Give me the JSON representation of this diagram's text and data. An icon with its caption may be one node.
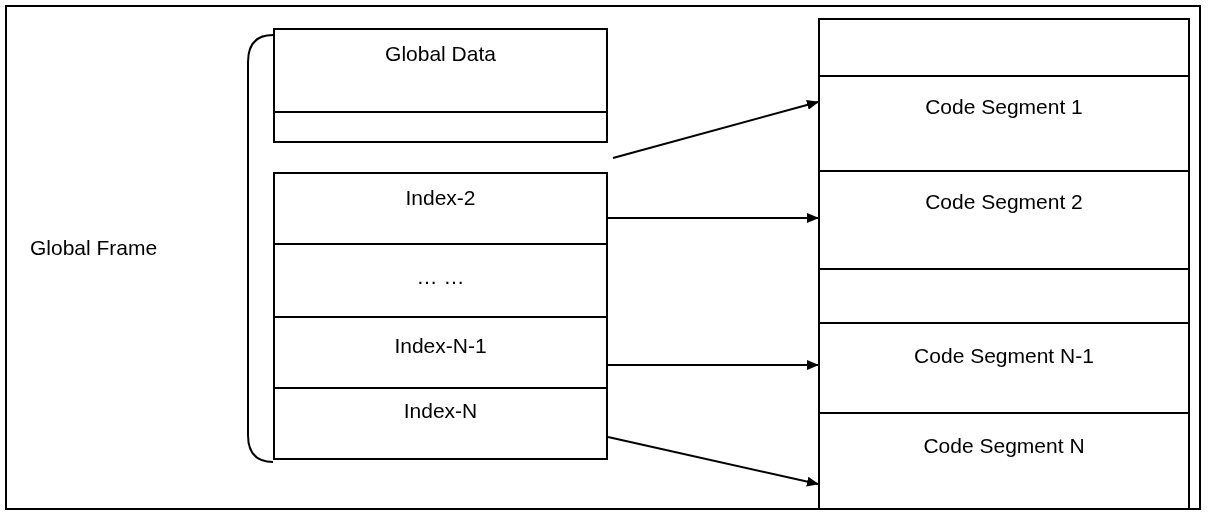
{
  "diagram": {
    "nodes": [
      {
        "text": [
          "Global Data"
        ]
      },
      {
        "text": [],
        "shape": "box"
      },
      {
        "text": [
          "Index-2"
        ]
      },
      {
        "text": [
          "… …"
        ]
      },
      {
        "text": [
          "Index-N-1"
        ]
      },
      {
        "text": [
          "Index-N"
        ]
      },
      {
        "text": [],
        "shape": "box"
      },
      {
        "text": [
          "Code Segment 1"
        ]
      },
      {
        "text": [
          "Code Segment 2"
        ]
      },
      {
        "text": [],
        "shape": "box"
      },
      {
        "text": [
          "Code Segment N-1"
        ]
      },
      {
        "text": [
          "Code Segment N"
        ]
      }
    ],
    "edges": [
      {
        "from": null,
        "to": 7,
        "arrow": "to"
      },
      {
        "from": 2,
        "to": 8,
        "arrow": "to"
      },
      {
        "from": 4,
        "to": 10,
        "arrow": "to"
      },
      {
        "from": 5,
        "to": 11,
        "arrow": "to"
      }
    ],
    "labels": [
      "Global Frame"
    ]
  }
}
